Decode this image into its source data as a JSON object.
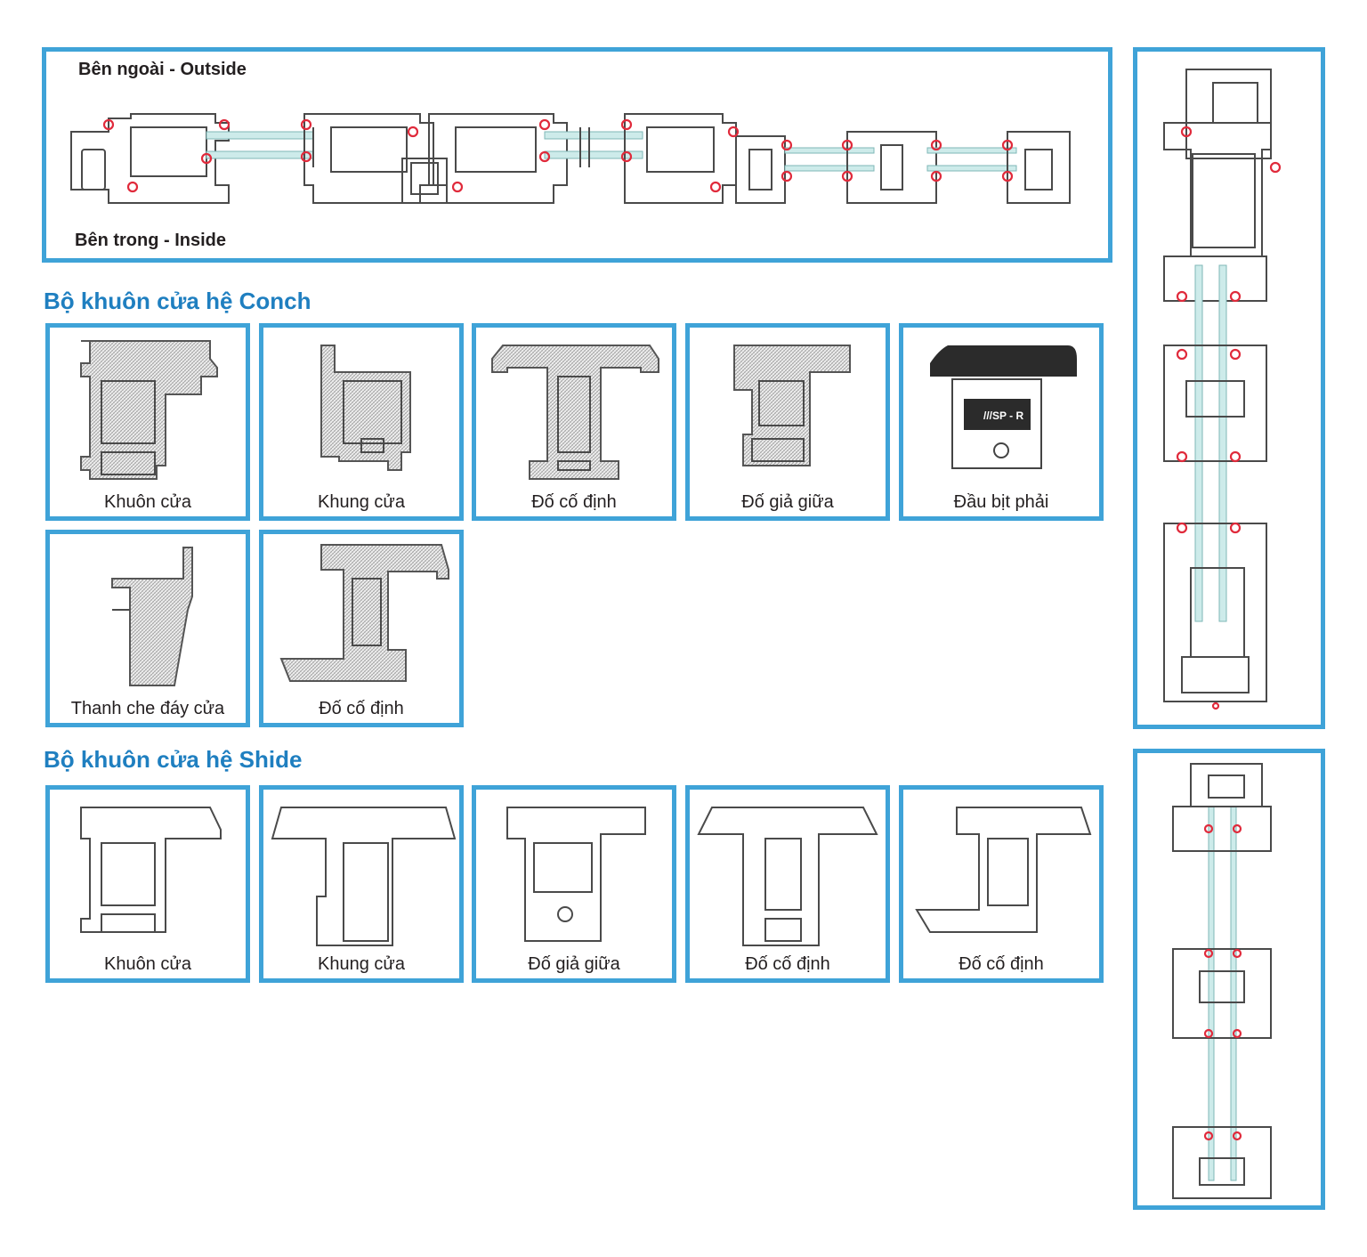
{
  "top_panel": {
    "outside_label": "Bên ngoài - Outside",
    "inside_label": "Bên trong - Inside"
  },
  "conch": {
    "heading": "Bộ khuôn cửa hệ Conch",
    "items": [
      {
        "caption": "Khuôn cửa"
      },
      {
        "caption": "Khung cửa"
      },
      {
        "caption": "Đố cố định"
      },
      {
        "caption": "Đố giả giữa"
      },
      {
        "caption": "Đầu bịt phải"
      },
      {
        "caption": "Thanh che đáy cửa"
      },
      {
        "caption": "Đố cố định"
      }
    ],
    "endcap_logo": "///SP - R"
  },
  "shide": {
    "heading": "Bộ khuôn cửa hệ Shide",
    "items": [
      {
        "caption": "Khuôn cửa"
      },
      {
        "caption": "Khung cửa"
      },
      {
        "caption": "Đố giả giữa"
      },
      {
        "caption": "Đố cố định"
      },
      {
        "caption": "Đố cố định"
      }
    ]
  },
  "colors": {
    "frame_border": "#3fa3d8",
    "heading": "#1f7fc0",
    "gasket": "#e02a3b",
    "glass": "#cdebea"
  }
}
